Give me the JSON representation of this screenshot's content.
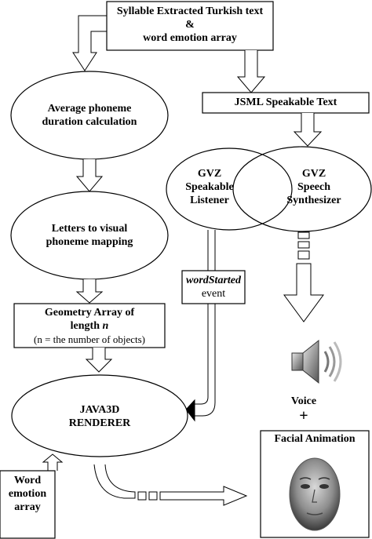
{
  "nodes": {
    "input": {
      "line1": "Syllable Extracted Turkish text",
      "line2": "&",
      "line3": "word emotion array"
    },
    "avg_phoneme": {
      "line1": "Average phoneme",
      "line2": "duration calculation"
    },
    "jsml": {
      "text": "JSML Speakable Text"
    },
    "listener": {
      "line1": "GVZ",
      "line2": "Speakable",
      "line3": "Listener"
    },
    "synth": {
      "line1": "GVZ",
      "line2": "Speech",
      "line3": "Synthesizer"
    },
    "letters": {
      "line1": "Letters to visual",
      "line2": "phoneme mapping"
    },
    "word_started": {
      "line1": "wordStarted",
      "line2": "event"
    },
    "geometry": {
      "line1": "Geometry Array of",
      "line2_prefix": "length ",
      "line2_var": "n",
      "line3": "(n = the number of objects)"
    },
    "voice": {
      "label": "Voice",
      "plus": "+"
    },
    "renderer": {
      "line1": "JAVA3D",
      "line2": "RENDERER"
    },
    "facial": {
      "title": "Facial Animation"
    },
    "word_emotion": {
      "line1": "Word",
      "line2": "emotion",
      "line3": "array"
    }
  },
  "icons": [
    "speaker-icon",
    "face-icon"
  ]
}
